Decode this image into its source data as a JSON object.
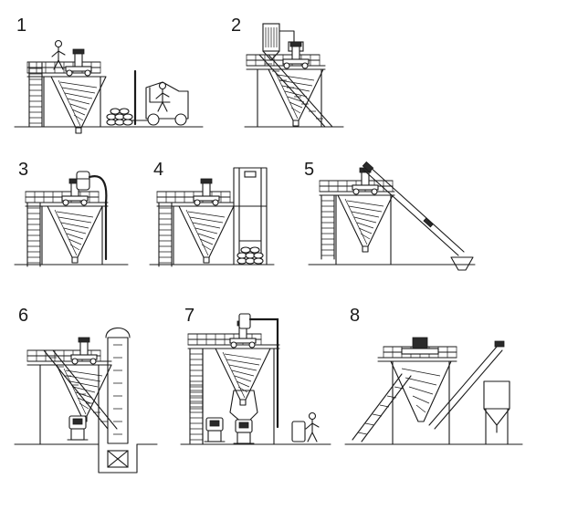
{
  "panels": [
    {
      "number": "1",
      "icons": [
        "platform-icon",
        "conical-mixer-icon",
        "worker-icon",
        "forklift-icon",
        "sack-stack-icon"
      ]
    },
    {
      "number": "2",
      "icons": [
        "platform-icon",
        "dust-collector-icon",
        "conical-mixer-icon",
        "stair-icon"
      ]
    },
    {
      "number": "3",
      "icons": [
        "platform-icon",
        "conical-mixer-icon",
        "vacuum-feeder-icon",
        "hose-icon"
      ]
    },
    {
      "number": "4",
      "icons": [
        "platform-icon",
        "conical-mixer-icon",
        "lift-tower-icon",
        "sack-stack-icon"
      ]
    },
    {
      "number": "5",
      "icons": [
        "platform-icon",
        "conical-mixer-icon",
        "screw-conveyor-icon",
        "hopper-icon"
      ]
    },
    {
      "number": "6",
      "icons": [
        "platform-icon",
        "conical-mixer-icon",
        "bucket-elevator-icon",
        "stair-icon",
        "pit-icon"
      ]
    },
    {
      "number": "7",
      "icons": [
        "platform-icon",
        "conical-mixer-icon",
        "vacuum-feeder-icon",
        "storage-hopper-icon",
        "packing-machine-icon",
        "worker-icon"
      ]
    },
    {
      "number": "8",
      "icons": [
        "platform-icon",
        "conical-mixer-icon",
        "stair-icon",
        "screw-conveyor-icon",
        "silo-icon"
      ]
    }
  ]
}
